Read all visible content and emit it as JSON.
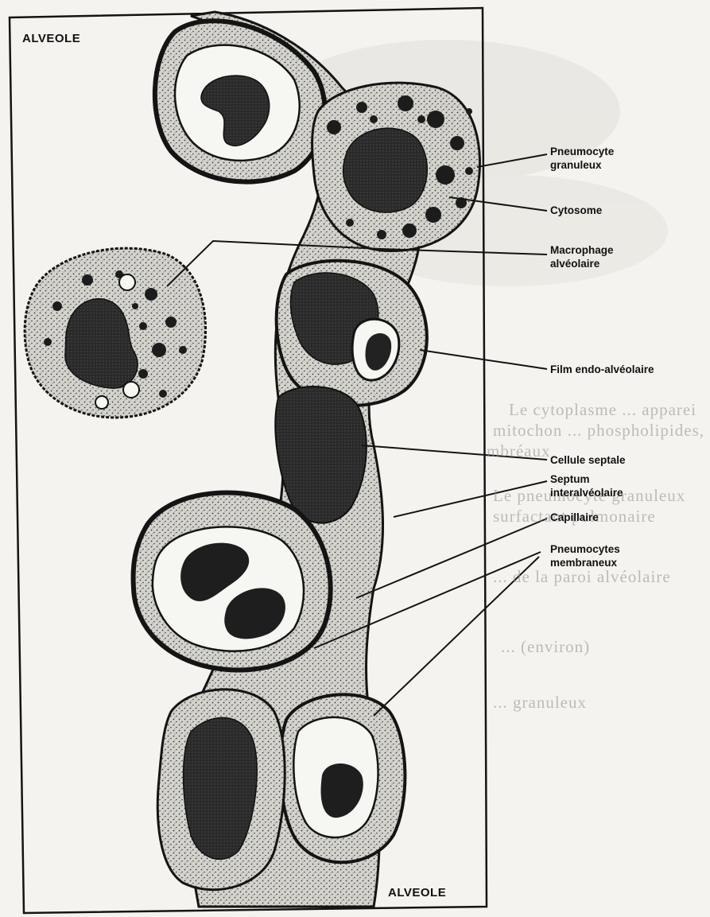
{
  "corner_labels": {
    "top_left": "ALVEOLE",
    "bottom_right": "ALVEOLE"
  },
  "labels": {
    "pneumocyte_granuleux": "Pneumocyte\ngranuleux",
    "cytosome": "Cytosome",
    "macrophage_alveolaire": "Macrophage\nalvéolaire",
    "film_endo_alveolaire": "Film endo-alvéolaire",
    "cellule_septale": "Cellule septale",
    "septum_interalveolaire": "Septum\ninteralvéolaire",
    "capillaire": "Capillaire",
    "pneumocytes_membraneux": "Pneumocytes\nmembraneux"
  },
  "background_text": [
    "Le cytoplasme ... apparei",
    "mitochon ... phospholipides,",
    "mbréaux",
    "Le pneumocyte granuleux",
    "surfactant pulmonaire",
    "... de la paroi alvéolaire",
    "... (environ)",
    "... granuleux"
  ],
  "colors": {
    "ink": "#141414",
    "paper": "#f4f3ef",
    "stipple": "#b9b8b2",
    "nucleus": "#262626"
  }
}
